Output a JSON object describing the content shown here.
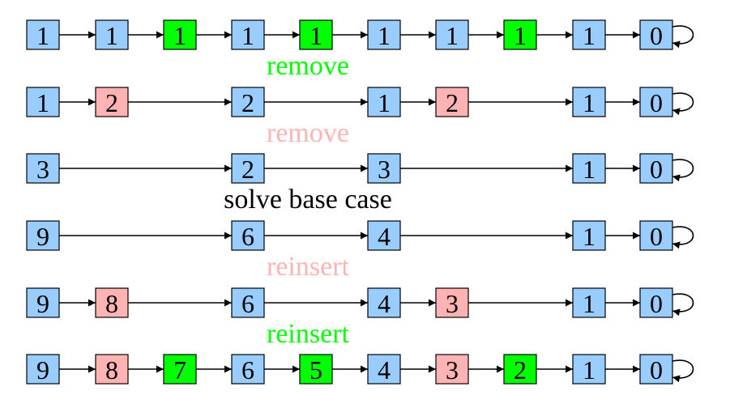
{
  "colors": {
    "blue": "#99ccff",
    "pink": "#ffb3b3",
    "green": "#00ff00",
    "text_black": "#000000"
  },
  "rows": [
    {
      "nodes": [
        {
          "col": 0,
          "value": "1",
          "color": "blue"
        },
        {
          "col": 1,
          "value": "1",
          "color": "blue"
        },
        {
          "col": 2,
          "value": "1",
          "color": "green"
        },
        {
          "col": 3,
          "value": "1",
          "color": "blue"
        },
        {
          "col": 4,
          "value": "1",
          "color": "green"
        },
        {
          "col": 5,
          "value": "1",
          "color": "blue"
        },
        {
          "col": 6,
          "value": "1",
          "color": "blue"
        },
        {
          "col": 7,
          "value": "1",
          "color": "green"
        },
        {
          "col": 8,
          "value": "1",
          "color": "blue"
        },
        {
          "col": 9,
          "value": "0",
          "color": "blue"
        }
      ]
    },
    {
      "nodes": [
        {
          "col": 0,
          "value": "1",
          "color": "blue"
        },
        {
          "col": 1,
          "value": "2",
          "color": "pink"
        },
        {
          "col": 3,
          "value": "2",
          "color": "blue"
        },
        {
          "col": 5,
          "value": "1",
          "color": "blue"
        },
        {
          "col": 6,
          "value": "2",
          "color": "pink"
        },
        {
          "col": 8,
          "value": "1",
          "color": "blue"
        },
        {
          "col": 9,
          "value": "0",
          "color": "blue"
        }
      ]
    },
    {
      "nodes": [
        {
          "col": 0,
          "value": "3",
          "color": "blue"
        },
        {
          "col": 3,
          "value": "2",
          "color": "blue"
        },
        {
          "col": 5,
          "value": "3",
          "color": "blue"
        },
        {
          "col": 8,
          "value": "1",
          "color": "blue"
        },
        {
          "col": 9,
          "value": "0",
          "color": "blue"
        }
      ]
    },
    {
      "nodes": [
        {
          "col": 0,
          "value": "9",
          "color": "blue"
        },
        {
          "col": 3,
          "value": "6",
          "color": "blue"
        },
        {
          "col": 5,
          "value": "4",
          "color": "blue"
        },
        {
          "col": 8,
          "value": "1",
          "color": "blue"
        },
        {
          "col": 9,
          "value": "0",
          "color": "blue"
        }
      ]
    },
    {
      "nodes": [
        {
          "col": 0,
          "value": "9",
          "color": "blue"
        },
        {
          "col": 1,
          "value": "8",
          "color": "pink"
        },
        {
          "col": 3,
          "value": "6",
          "color": "blue"
        },
        {
          "col": 5,
          "value": "4",
          "color": "blue"
        },
        {
          "col": 6,
          "value": "3",
          "color": "pink"
        },
        {
          "col": 8,
          "value": "1",
          "color": "blue"
        },
        {
          "col": 9,
          "value": "0",
          "color": "blue"
        }
      ]
    },
    {
      "nodes": [
        {
          "col": 0,
          "value": "9",
          "color": "blue"
        },
        {
          "col": 1,
          "value": "8",
          "color": "pink"
        },
        {
          "col": 2,
          "value": "7",
          "color": "green"
        },
        {
          "col": 3,
          "value": "6",
          "color": "blue"
        },
        {
          "col": 4,
          "value": "5",
          "color": "green"
        },
        {
          "col": 5,
          "value": "4",
          "color": "blue"
        },
        {
          "col": 6,
          "value": "3",
          "color": "pink"
        },
        {
          "col": 7,
          "value": "2",
          "color": "green"
        },
        {
          "col": 8,
          "value": "1",
          "color": "blue"
        },
        {
          "col": 9,
          "value": "0",
          "color": "blue"
        }
      ]
    }
  ],
  "labels": [
    {
      "text": "remove",
      "color": "green"
    },
    {
      "text": "remove",
      "color": "pink"
    },
    {
      "text": "solve base case",
      "color": "text_black"
    },
    {
      "text": "reinsert",
      "color": "pink"
    },
    {
      "text": "reinsert",
      "color": "green"
    }
  ]
}
